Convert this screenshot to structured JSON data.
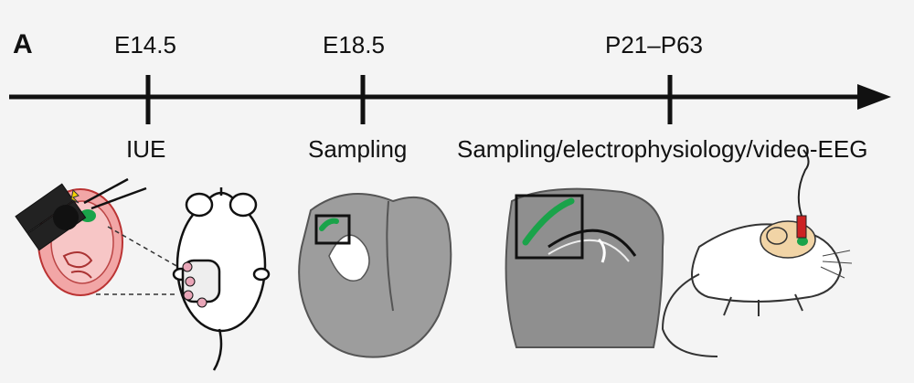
{
  "figure": {
    "panel_label": "A",
    "timepoints": [
      {
        "label": "E14.5",
        "event": "IUE"
      },
      {
        "label": "E18.5",
        "event": "Sampling"
      },
      {
        "label": "P21–P63",
        "event": "Sampling/electrophysiology/video-EEG"
      }
    ],
    "colors": {
      "line": "#111111",
      "label_green": "#1aa34a",
      "brain_gray": "#9d9d9d",
      "brain_dark": "#6f6f6f",
      "uterus_pink": "#f2a6a6",
      "background": "#f4f4f4"
    }
  }
}
